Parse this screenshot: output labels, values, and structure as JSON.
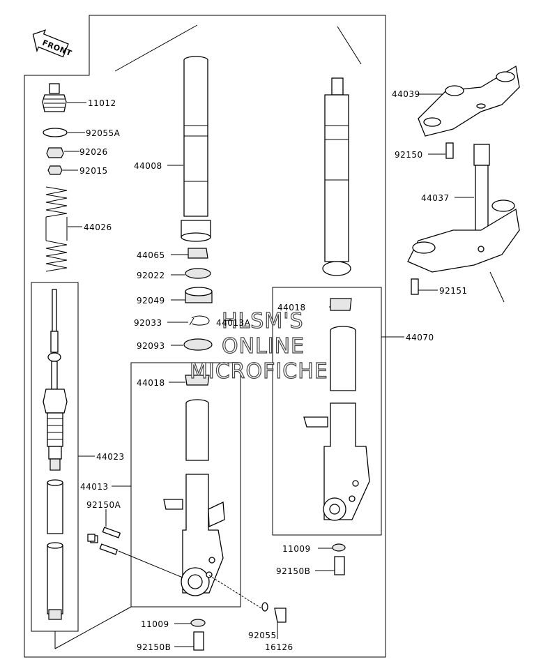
{
  "front_marker": "FRONT",
  "watermark": [
    "HLSM'S",
    "ONLINE",
    "MICROFICHE"
  ],
  "labels": [
    {
      "id": "11012",
      "text": "11012"
    },
    {
      "id": "92055A",
      "text": "92055A"
    },
    {
      "id": "92026",
      "text": "92026"
    },
    {
      "id": "92015",
      "text": "92015"
    },
    {
      "id": "44026",
      "text": "44026"
    },
    {
      "id": "44008",
      "text": "44008"
    },
    {
      "id": "44065",
      "text": "44065"
    },
    {
      "id": "92022",
      "text": "92022"
    },
    {
      "id": "92049",
      "text": "92049"
    },
    {
      "id": "92033",
      "text": "92033"
    },
    {
      "id": "44013A",
      "text": "44013A"
    },
    {
      "id": "92093",
      "text": "92093"
    },
    {
      "id": "44018-left",
      "text": "44018"
    },
    {
      "id": "44018-right",
      "text": "44018"
    },
    {
      "id": "44023",
      "text": "44023"
    },
    {
      "id": "44013",
      "text": "44013"
    },
    {
      "id": "92150A",
      "text": "92150A"
    },
    {
      "id": "44070",
      "text": "44070"
    },
    {
      "id": "44039",
      "text": "44039"
    },
    {
      "id": "92150",
      "text": "92150"
    },
    {
      "id": "44037",
      "text": "44037"
    },
    {
      "id": "92151",
      "text": "92151"
    },
    {
      "id": "11009-right",
      "text": "11009"
    },
    {
      "id": "92150B-right",
      "text": "92150B"
    },
    {
      "id": "11009-left",
      "text": "11009"
    },
    {
      "id": "92150B-left",
      "text": "92150B"
    },
    {
      "id": "92055",
      "text": "92055"
    },
    {
      "id": "16126",
      "text": "16126"
    }
  ]
}
